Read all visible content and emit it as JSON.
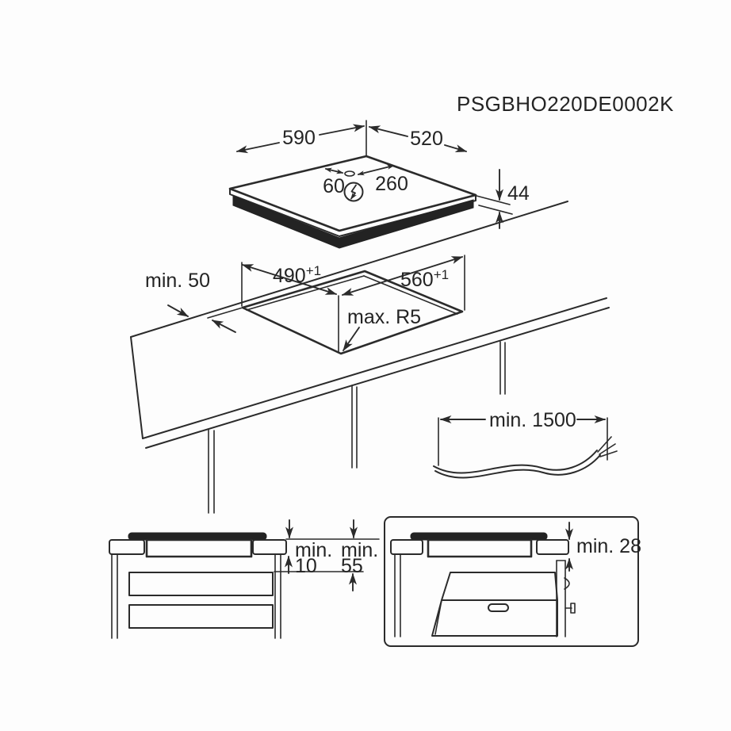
{
  "title": "PSGBHO220DE0002K",
  "colors": {
    "ink": "#2b2b2b",
    "paper": "#fdfdfd"
  },
  "top_view": {
    "width": "590",
    "depth": "520",
    "connection_offset_left": "60",
    "connection_offset_right": "260",
    "height": "44"
  },
  "cutout_view": {
    "cutout_depth": "490",
    "cutout_depth_tolerance": "+1",
    "cutout_width": "560",
    "cutout_width_tolerance": "+1",
    "rear_clearance": "min. 50",
    "corner_radius": "max. R5"
  },
  "cable_view": {
    "cable_length": "min. 1500"
  },
  "drawer_clearance_view": {
    "hob_gap_label": "min.",
    "hob_gap_value": "10",
    "drawer_gap_label": "min.",
    "drawer_gap_value": "55"
  },
  "oven_clearance_view": {
    "oven_clearance": "min. 28"
  }
}
